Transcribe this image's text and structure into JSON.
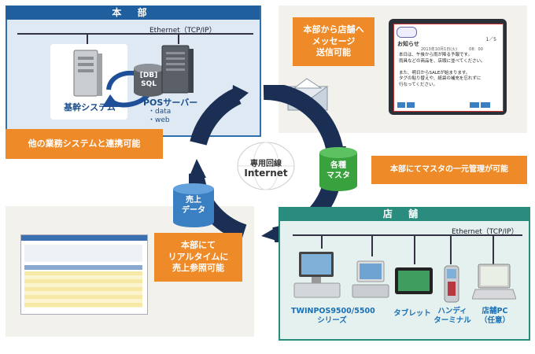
{
  "hq": {
    "title": "本 部",
    "ethernet": "Ethernet（TCP/IP）",
    "core_system": "基幹システム",
    "db_label_1": "[DB]",
    "db_label_2": "SQL",
    "pos_server": "POSサーバー",
    "pos_items": [
      "・data",
      "・web"
    ]
  },
  "callouts": {
    "link_systems": "他の業務システムと連携可能",
    "send_message": "本部から店舗へ\nメッセージ\n送信可能",
    "master_manage": "本部にてマスタの一元管理が可能",
    "realtime": "本部にて\nリアルタイムに\n売上参照可能"
  },
  "center": {
    "line_label": "専用回線",
    "internet": "Internet",
    "master_cyl": "各種\nマスタ",
    "sales_cyl": "売上\nデータ"
  },
  "message_screen": {
    "title": "お知らせ",
    "page": "1／5",
    "date": "2013年10月1日(火)　　　08：00",
    "body": "本日は、午後から雨が降る予報です。\n雨具などの商品を、店頭に並べてください。\n\nまた、明日からSALEが始まります。\nタグの貼り替えや、紙袋の補充を忘れずに\n行なってください。"
  },
  "store": {
    "title": "店 舗",
    "ethernet": "Ethernet（TCP/IP）",
    "devices": [
      {
        "name": "TWINPOS9500/5500\nシリーズ"
      },
      {
        "name": "タブレット"
      },
      {
        "name": "ハンディ\nターミナル"
      },
      {
        "name": "店舗PC\n（任意）"
      }
    ]
  },
  "colors": {
    "orange": "#ee8a28",
    "navy": "#1b2f55",
    "hq_blue": "#1f5f9e",
    "store_teal": "#2a8c7e",
    "cylinder_green": "#39a23e",
    "cylinder_blue": "#3a7fc1"
  }
}
